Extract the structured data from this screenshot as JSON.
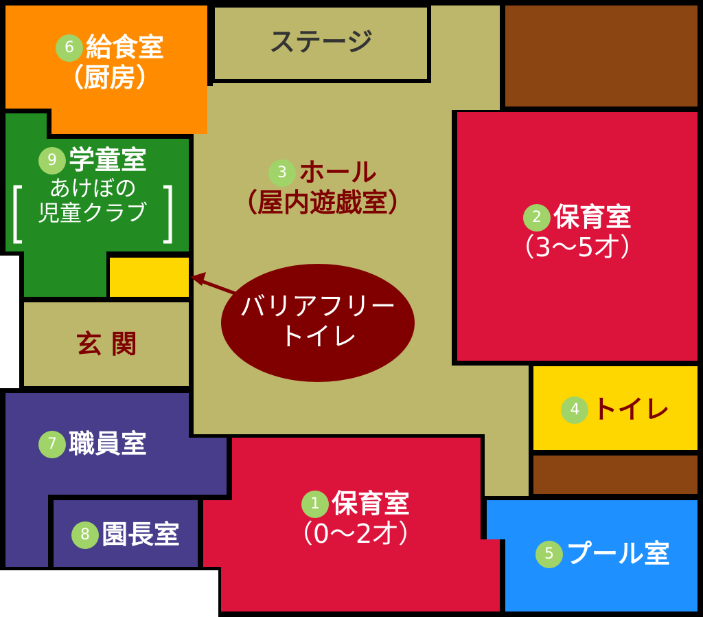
{
  "colors": {
    "wall": "#000000",
    "hall": "#bdb76b",
    "kitchen": "#ff8c00",
    "nursery": "#dc143c",
    "toilet": "#ffd700",
    "storage": "#8b4513",
    "pool": "#1e90ff",
    "staff": "#483d8b",
    "gakudo": "#228b22",
    "barrier_free": "#800000",
    "badge": "#a0d468"
  },
  "rooms": {
    "stage": {
      "name": "ステージ"
    },
    "kitchen": {
      "number": "6",
      "name": "給食室",
      "sub": "（厨房）"
    },
    "gakudo": {
      "number": "9",
      "name": "学童室",
      "sub1": "あけぼの",
      "sub2": "児童クラブ"
    },
    "hall": {
      "number": "3",
      "name": "ホール",
      "sub": "（屋内遊戯室）"
    },
    "nursery2": {
      "number": "2",
      "name": "保育室",
      "sub": "（3～5才）"
    },
    "entrance": {
      "name": "玄 関"
    },
    "barrier_free": {
      "line1": "バリアフリー",
      "line2": "トイレ"
    },
    "toilet": {
      "number": "4",
      "name": "トイレ"
    },
    "staff": {
      "number": "7",
      "name": "職員室"
    },
    "principal": {
      "number": "8",
      "name": "園長室"
    },
    "nursery1": {
      "number": "1",
      "name": "保育室",
      "sub": "（0～2才）"
    },
    "pool": {
      "number": "5",
      "name": "プール室"
    }
  }
}
